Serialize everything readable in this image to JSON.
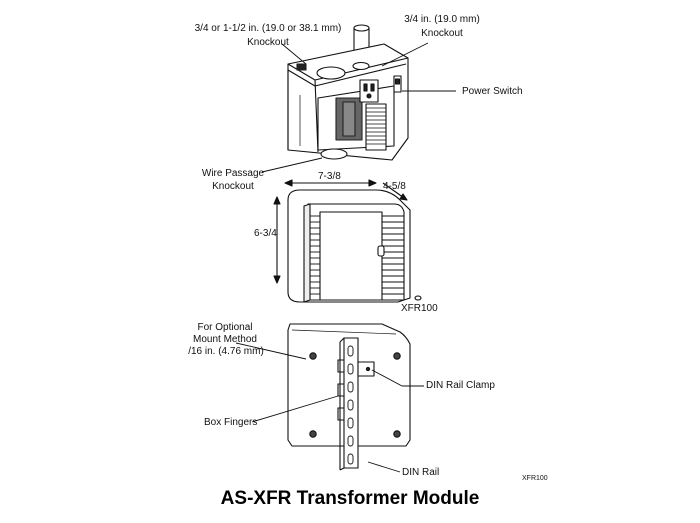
{
  "labels": {
    "knockout_large_size": "3/4 or 1-1/2 in. (19.0 or 38.1 mm)",
    "knockout_large_word": "Knockout",
    "knockout_small_size": "3/4 in. (19.0 mm)",
    "knockout_small_word": "Knockout",
    "power_switch": "Power Switch",
    "wire_passage_1": "Wire  Passage",
    "wire_passage_2": "Knockout",
    "dim_width": "7-3/8",
    "dim_depth": "4-5/8",
    "dim_height": "6-3/4",
    "model": "XFR100",
    "optional_mount_1": "For Optional",
    "optional_mount_2": "Mount Method",
    "optional_mount_3": "/16 in. (4.76 mm)",
    "din_rail_clamp": "DIN Rail Clamp",
    "box_fingers": "Box Fingers",
    "din_rail": "DIN Rail",
    "figure_code": "XFR100",
    "title": "AS-XFR Transformer Module"
  }
}
